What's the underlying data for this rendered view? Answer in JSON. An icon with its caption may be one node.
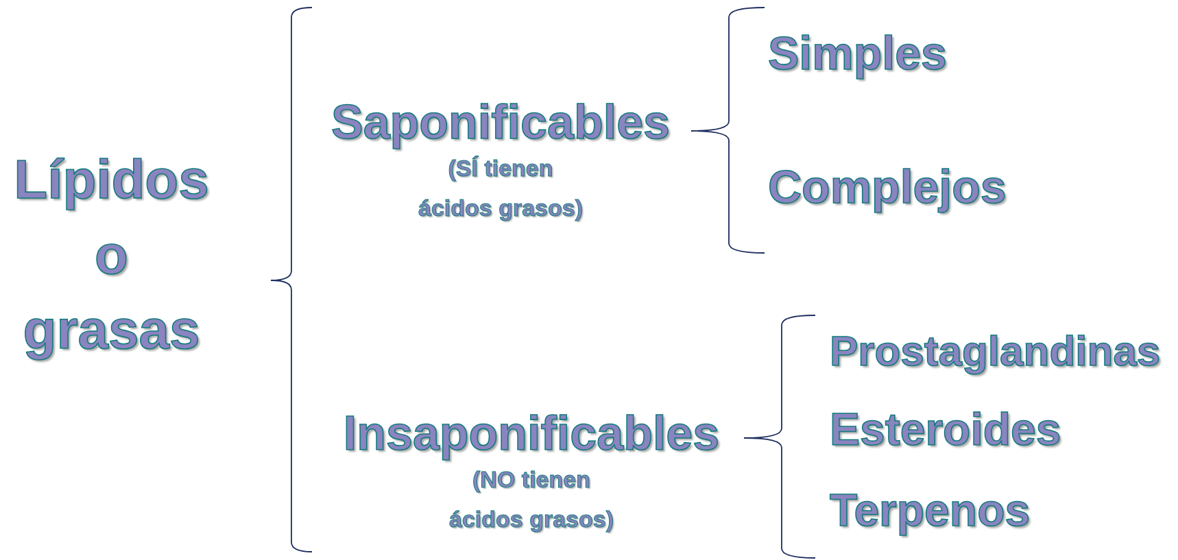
{
  "diagram": {
    "nodes": [
      {
        "text": [
          "Lípidos o grasas"
        ]
      },
      {
        "text": [
          "Saponificables",
          "(SÍ tienen ácidos grasos)"
        ]
      },
      {
        "text": [
          "Simples"
        ]
      },
      {
        "text": [
          "Complejos"
        ]
      },
      {
        "text": [
          "Insaponificables",
          "(NO tienen ácidos grasos)"
        ]
      },
      {
        "text": [
          "Prostaglandinas"
        ]
      },
      {
        "text": [
          "Esteroides"
        ]
      },
      {
        "text": [
          "Terpenos"
        ]
      }
    ]
  }
}
